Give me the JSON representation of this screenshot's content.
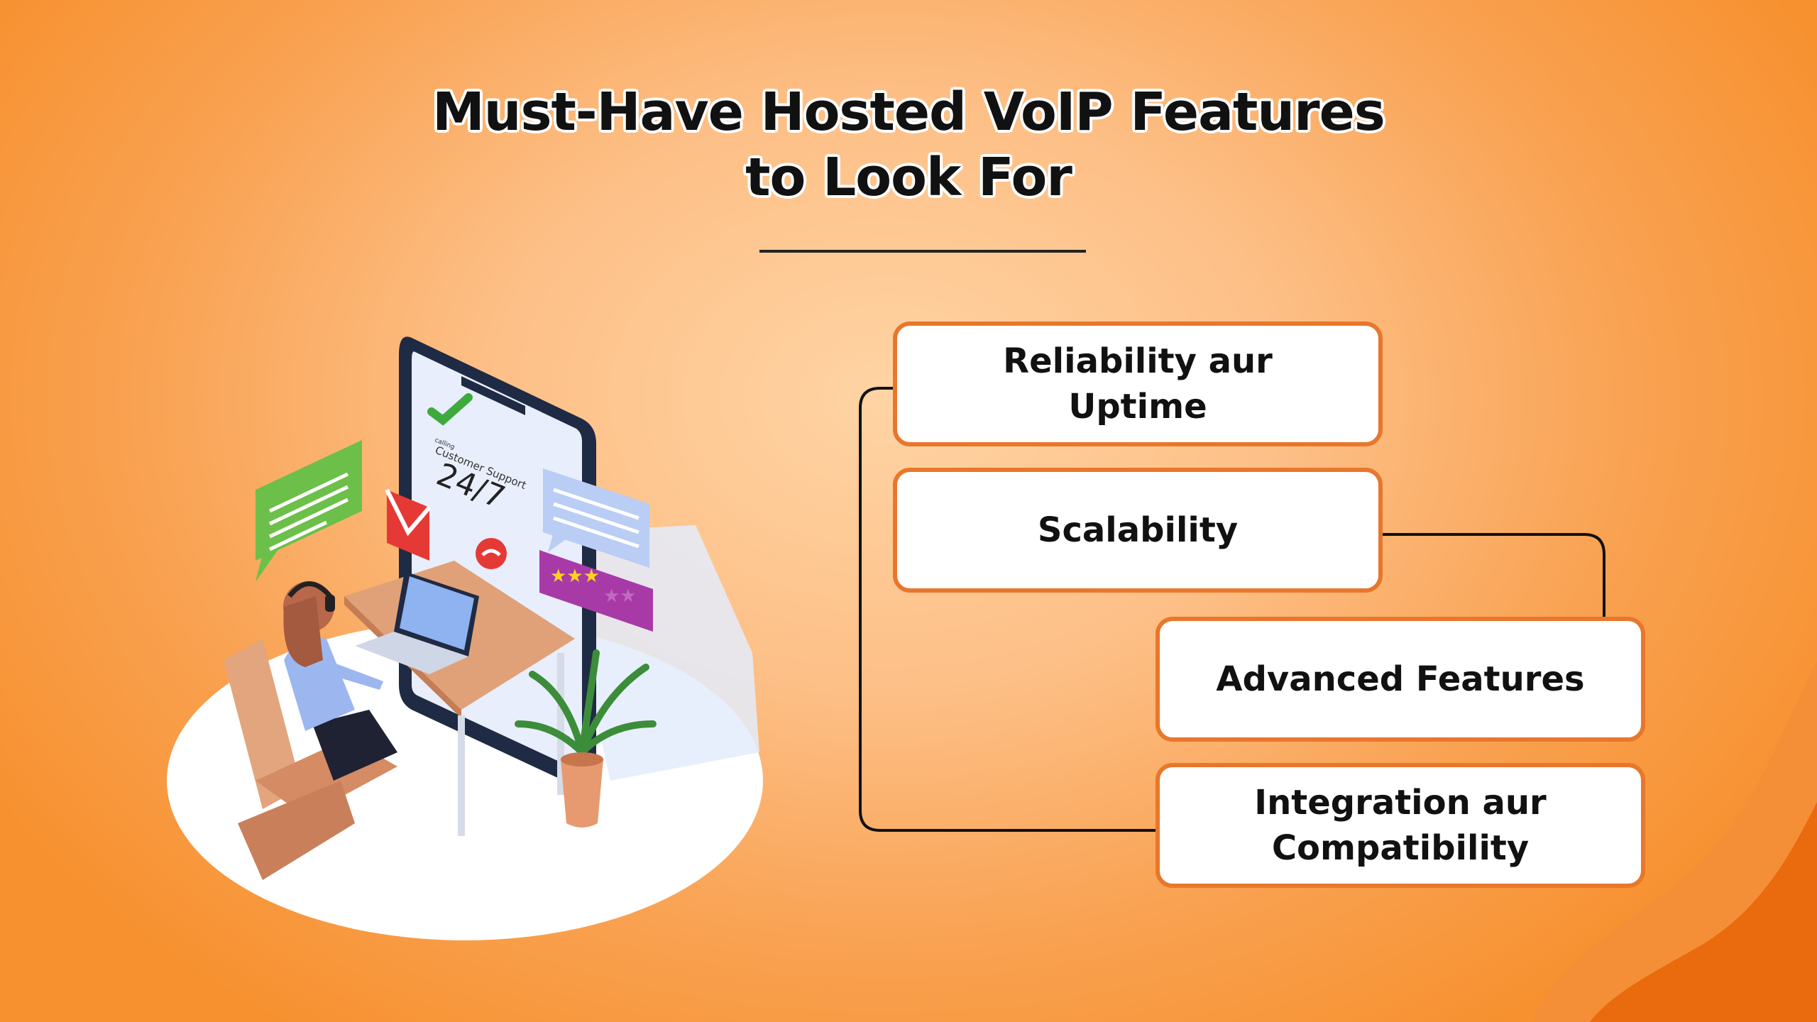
{
  "title": {
    "line1": "Must-Have Hosted VoIP Features",
    "line2": "to Look For"
  },
  "features": [
    {
      "line1": "Reliability aur",
      "line2": "Uptime"
    },
    {
      "line1": "Scalability",
      "line2": ""
    },
    {
      "line1": "Advanced Features",
      "line2": ""
    },
    {
      "line1": "Integration aur",
      "line2": "Compatibility"
    }
  ],
  "illustration": {
    "phone_small_text": "calling",
    "phone_label": "Customer Support",
    "phone_hours": "24/7"
  },
  "colors": {
    "accent": "#e8772c",
    "card_fill": "#ffffff",
    "connector": "#111111",
    "chat_green": "#6cc04a",
    "mail_red": "#e53935",
    "rating_purple": "#a83aa8"
  },
  "icons": [
    "check-icon",
    "chat-bubble-icon",
    "mail-icon",
    "hang-up-icon",
    "star-rating-icon",
    "plant-icon"
  ]
}
